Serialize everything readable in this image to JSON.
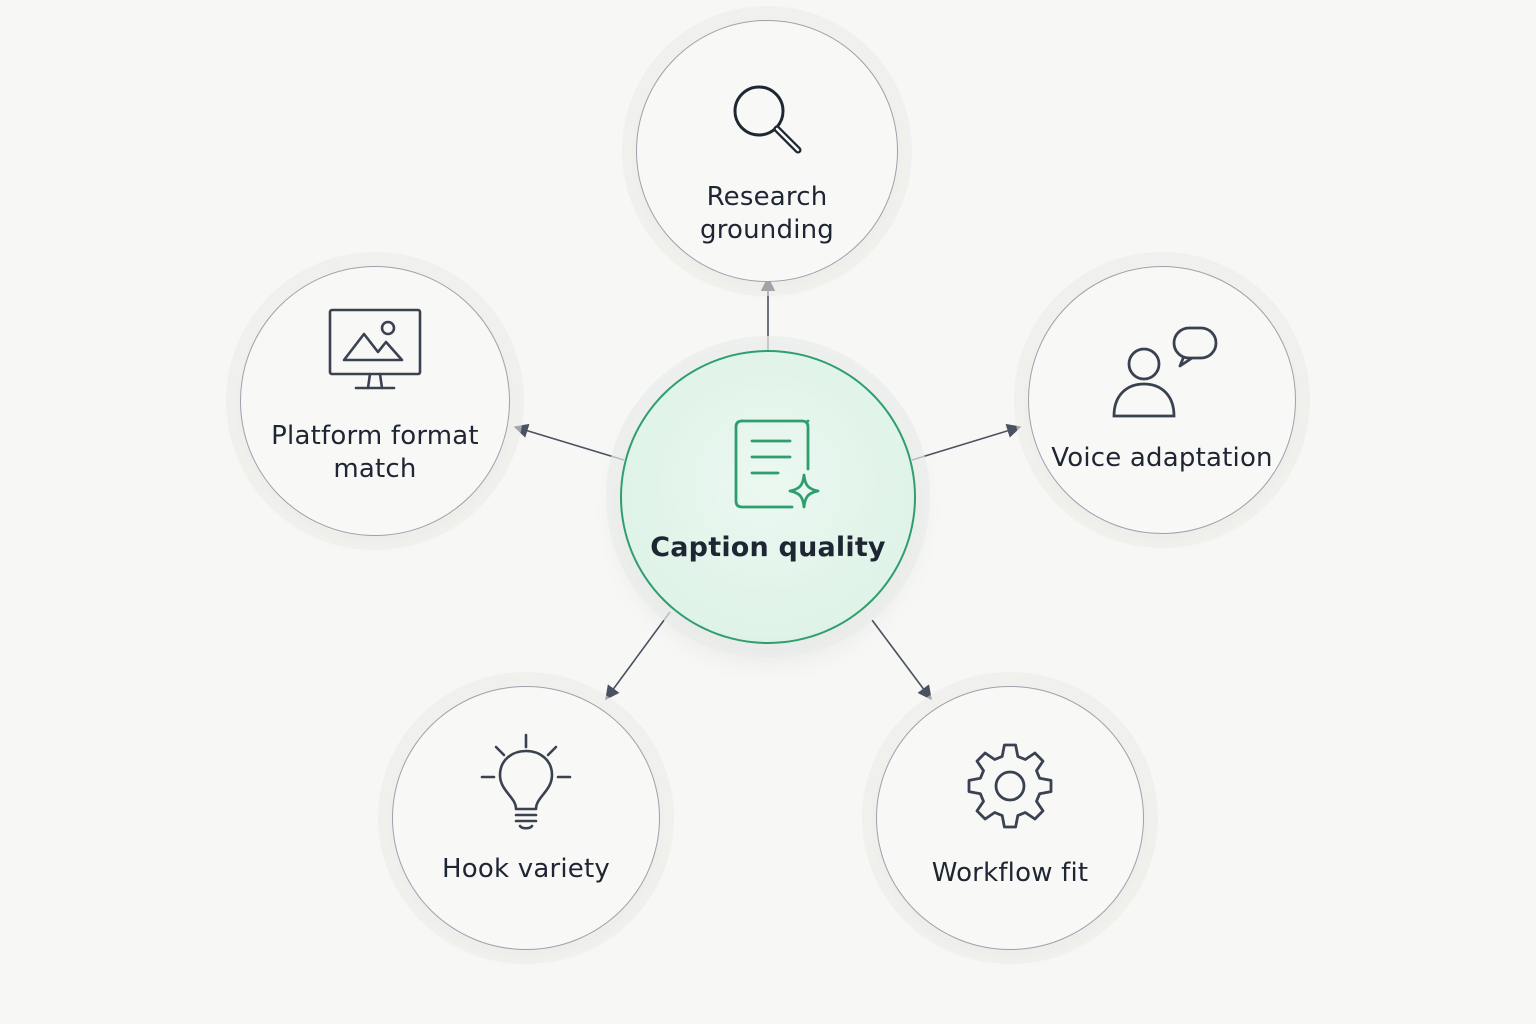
{
  "center": {
    "label": "Caption quality",
    "icon": "document-sparkle-icon"
  },
  "nodes": [
    {
      "label": "Research\ngrounding",
      "icon": "magnifier-icon"
    },
    {
      "label": "Voice adaptation",
      "icon": "person-speech-icon"
    },
    {
      "label": "Workflow fit",
      "icon": "gear-icon"
    },
    {
      "label": "Hook variety",
      "icon": "lightbulb-icon"
    },
    {
      "label": "Platform format\nmatch",
      "icon": "monitor-image-icon"
    }
  ],
  "colors": {
    "accent": "#2f9e6e",
    "center_fill": "#dff3e8",
    "stroke": "#3a4150",
    "ring": "#9ca3ad",
    "text": "#1e2533"
  }
}
